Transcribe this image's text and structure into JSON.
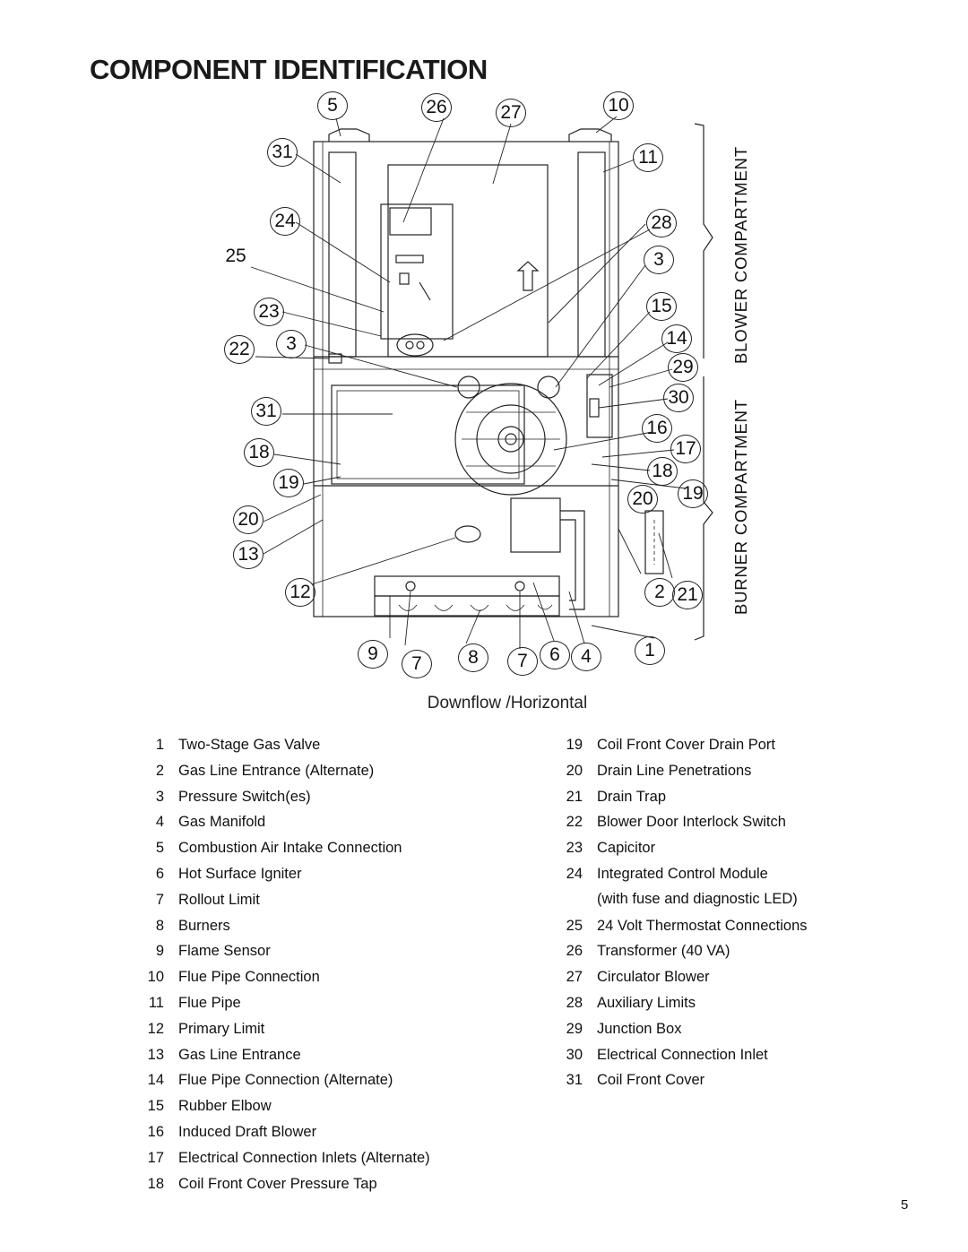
{
  "page": {
    "title": "COMPONENT IDENTIFICATION",
    "caption": "Downflow /Horizontal",
    "page_number": "5"
  },
  "diagram": {
    "compartments": {
      "blower": "BLOWER COMPARTMENT",
      "burner": "BURNER COMPARTMENT"
    },
    "callouts": [
      "5",
      "26",
      "27",
      "10",
      "31",
      "11",
      "24",
      "28",
      "25",
      "3",
      "23",
      "15",
      "3",
      "22",
      "14",
      "29",
      "31",
      "30",
      "16",
      "18",
      "17",
      "18",
      "19",
      "20",
      "19",
      "20",
      "13",
      "12",
      "2",
      "21",
      "9",
      "7",
      "8",
      "7",
      "6",
      "4",
      "1"
    ]
  },
  "legend_left": [
    {
      "num": "1",
      "label": "Two-Stage Gas Valve"
    },
    {
      "num": "2",
      "label": "Gas Line Entrance (Alternate)"
    },
    {
      "num": "3",
      "label": "Pressure Switch(es)"
    },
    {
      "num": "4",
      "label": "Gas Manifold"
    },
    {
      "num": "5",
      "label": "Combustion Air Intake Connection"
    },
    {
      "num": "6",
      "label": "Hot Surface Igniter"
    },
    {
      "num": "7",
      "label": "Rollout Limit"
    },
    {
      "num": "8",
      "label": "Burners"
    },
    {
      "num": "9",
      "label": "Flame Sensor"
    },
    {
      "num": "10",
      "label": "Flue Pipe Connection"
    },
    {
      "num": "11",
      "label": "Flue Pipe"
    },
    {
      "num": "12",
      "label": "Primary Limit"
    },
    {
      "num": "13",
      "label": "Gas Line Entrance"
    },
    {
      "num": "14",
      "label": "Flue Pipe Connection (Alternate)"
    },
    {
      "num": "15",
      "label": "Rubber Elbow"
    },
    {
      "num": "16",
      "label": "Induced Draft Blower"
    },
    {
      "num": "17",
      "label": "Electrical Connection Inlets (Alternate)"
    },
    {
      "num": "18",
      "label": "Coil Front Cover Pressure Tap"
    }
  ],
  "legend_right": [
    {
      "num": "19",
      "label": "Coil Front Cover Drain Port"
    },
    {
      "num": "20",
      "label": "Drain Line Penetrations"
    },
    {
      "num": "21",
      "label": "Drain Trap"
    },
    {
      "num": "22",
      "label": "Blower Door Interlock Switch"
    },
    {
      "num": "23",
      "label": "Capicitor"
    },
    {
      "num": "24",
      "label": "Integrated Control Module",
      "sub": "(with fuse and diagnostic LED)"
    },
    {
      "num": "25",
      "label": "24 Volt Thermostat Connections"
    },
    {
      "num": "26",
      "label": "Transformer (40 VA)"
    },
    {
      "num": "27",
      "label": "Circulator Blower"
    },
    {
      "num": "28",
      "label": "Auxiliary Limits"
    },
    {
      "num": "29",
      "label": "Junction Box"
    },
    {
      "num": "30",
      "label": "Electrical Connection Inlet"
    },
    {
      "num": "31",
      "label": "Coil Front Cover"
    }
  ]
}
